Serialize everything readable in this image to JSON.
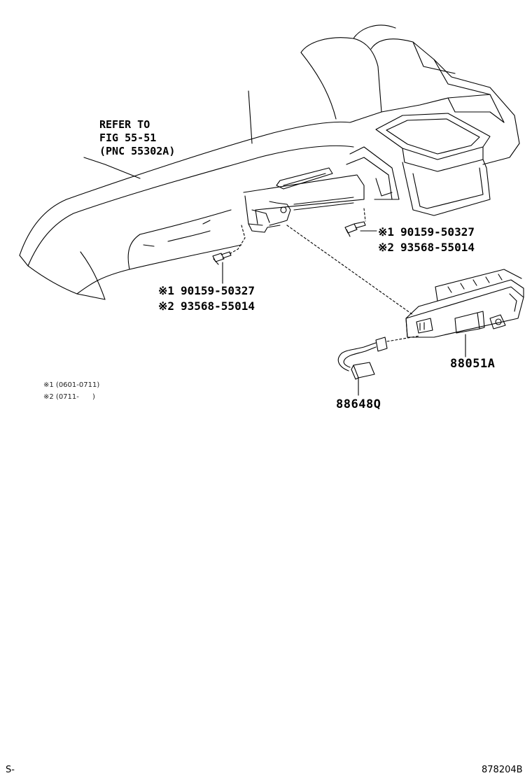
{
  "refer": {
    "line1": "REFER TO",
    "line2": "FIG 55-51",
    "line3": "(PNC 55302A)"
  },
  "callouts": {
    "right_bolt": {
      "line1_mark": "※1",
      "line1_part": "90159-50327",
      "line2_mark": "※2",
      "line2_part": "93568-55014"
    },
    "left_bolt": {
      "line1_mark": "※1",
      "line1_part": "90159-50327",
      "line2_mark": "※2",
      "line2_part": "93568-55014"
    },
    "module_part": "88051A",
    "harness_part": "88648Q"
  },
  "notes": {
    "note1": "※1 (0601-0711)",
    "note2": "※2 (0711-      )"
  },
  "footer": {
    "left": "S-",
    "right": "878204B"
  }
}
